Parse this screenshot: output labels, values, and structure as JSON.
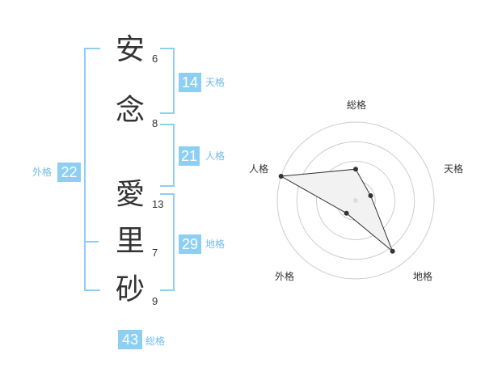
{
  "name": {
    "characters": [
      {
        "char": "安",
        "strokes": "6"
      },
      {
        "char": "念",
        "strokes": "8"
      },
      {
        "char": "愛",
        "strokes": "13"
      },
      {
        "char": "里",
        "strokes": "7"
      },
      {
        "char": "砂",
        "strokes": "9"
      }
    ]
  },
  "fortunes": {
    "tenkaku": {
      "value": "14",
      "label": "天格"
    },
    "jinkaku": {
      "value": "21",
      "label": "人格"
    },
    "chikaku": {
      "value": "29",
      "label": "地格"
    },
    "gaikaku": {
      "value": "22",
      "label": "外格"
    },
    "soukaku": {
      "value": "43",
      "label": "総格"
    }
  },
  "radar": {
    "axes": [
      "総格",
      "天格",
      "地格",
      "外格",
      "人格"
    ],
    "values": [
      2,
      1,
      4,
      1,
      5
    ],
    "max": 5,
    "rings": 4
  },
  "colors": {
    "accent": "#8dcff3",
    "accent_text": "#72bce9",
    "text": "#333333",
    "ring": "#cccccc",
    "polygon_fill": "#f2f2f2"
  }
}
